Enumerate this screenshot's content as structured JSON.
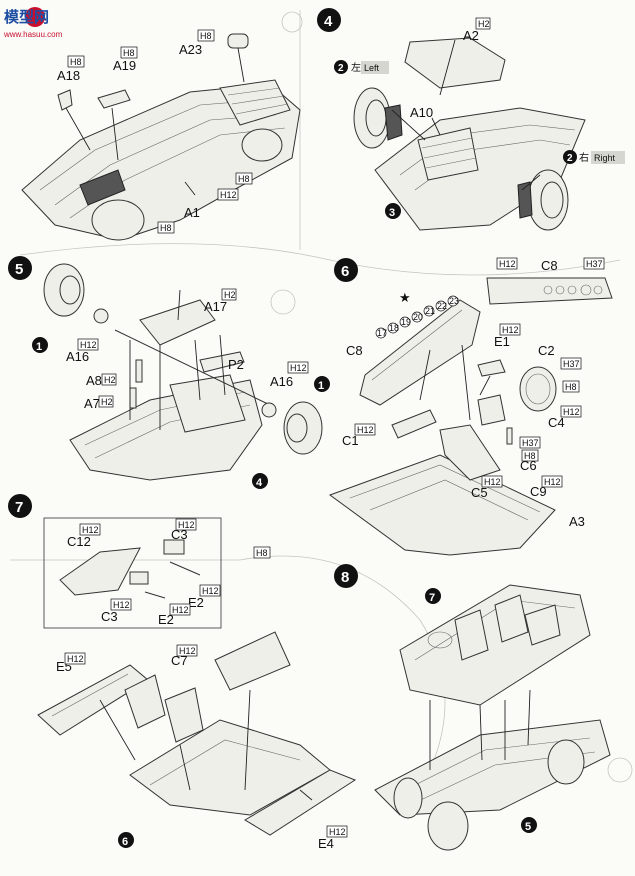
{
  "watermark": {
    "brand": "模型网",
    "url": "www.hasuu.com"
  },
  "steps": [
    {
      "id": "4",
      "label": "4"
    },
    {
      "id": "5",
      "label": "5"
    },
    {
      "id": "6",
      "label": "6"
    },
    {
      "id": "7",
      "label": "7"
    },
    {
      "id": "8",
      "label": "8"
    }
  ],
  "step3": {
    "parts": {
      "a18": "A18",
      "a19": "A19",
      "a23": "A23",
      "a1": "A1"
    },
    "sprue_tags": [
      "H8",
      "H8",
      "H8",
      "H8",
      "H12",
      "H8"
    ]
  },
  "step4": {
    "parts": {
      "a2": "A2",
      "a10": "A10"
    },
    "sprue_tags": [
      "H2"
    ],
    "side_left": {
      "num": "2",
      "kanji": "左",
      "word": "Left"
    },
    "side_right": {
      "num": "2",
      "kanji": "右",
      "word": "Right"
    },
    "ref_marker": "3"
  },
  "step5": {
    "parts": {
      "a17": "A17",
      "a16_l": "A16",
      "a16_r": "A16",
      "a8": "A8",
      "a7": "A7",
      "p2": "P2"
    },
    "sprue_tags": [
      "H2",
      "H12",
      "H2",
      "H2",
      "H12"
    ],
    "ref_left": "1",
    "ref_right": "1",
    "ref_bottom": "4"
  },
  "step6": {
    "parts": {
      "c8_top": "C8",
      "c8": "C8",
      "e1": "E1",
      "c2": "C2",
      "c4": "C4",
      "c1": "C1",
      "c6": "C6",
      "c5": "C5",
      "c9": "C9",
      "a3": "A3"
    },
    "sprue_tags": [
      "H12",
      "H37",
      "H12",
      "H37",
      "H8",
      "H12",
      "H12",
      "H37",
      "H8",
      "H12",
      "H12"
    ],
    "star": "★",
    "decals": [
      "17",
      "18",
      "19",
      "20",
      "21",
      "22",
      "23"
    ]
  },
  "step7": {
    "parts": {
      "c12": "C12",
      "c3_a": "C3",
      "c3_b": "C3",
      "e2_a": "E2",
      "e2_b": "E2",
      "e5": "E5",
      "c7": "C7",
      "e4": "E4"
    },
    "sprue_tags": [
      "H12",
      "H12",
      "H12",
      "H12",
      "H12",
      "H8",
      "H12",
      "H12",
      "H12"
    ],
    "ref_bottom": "6"
  },
  "step8": {
    "ref_top": "7",
    "ref_bottom": "5"
  },
  "colors": {
    "ink": "#111111",
    "paper": "#fbfbf8",
    "brand_red": "#c8102e",
    "brand_blue": "#1f4fa3"
  }
}
